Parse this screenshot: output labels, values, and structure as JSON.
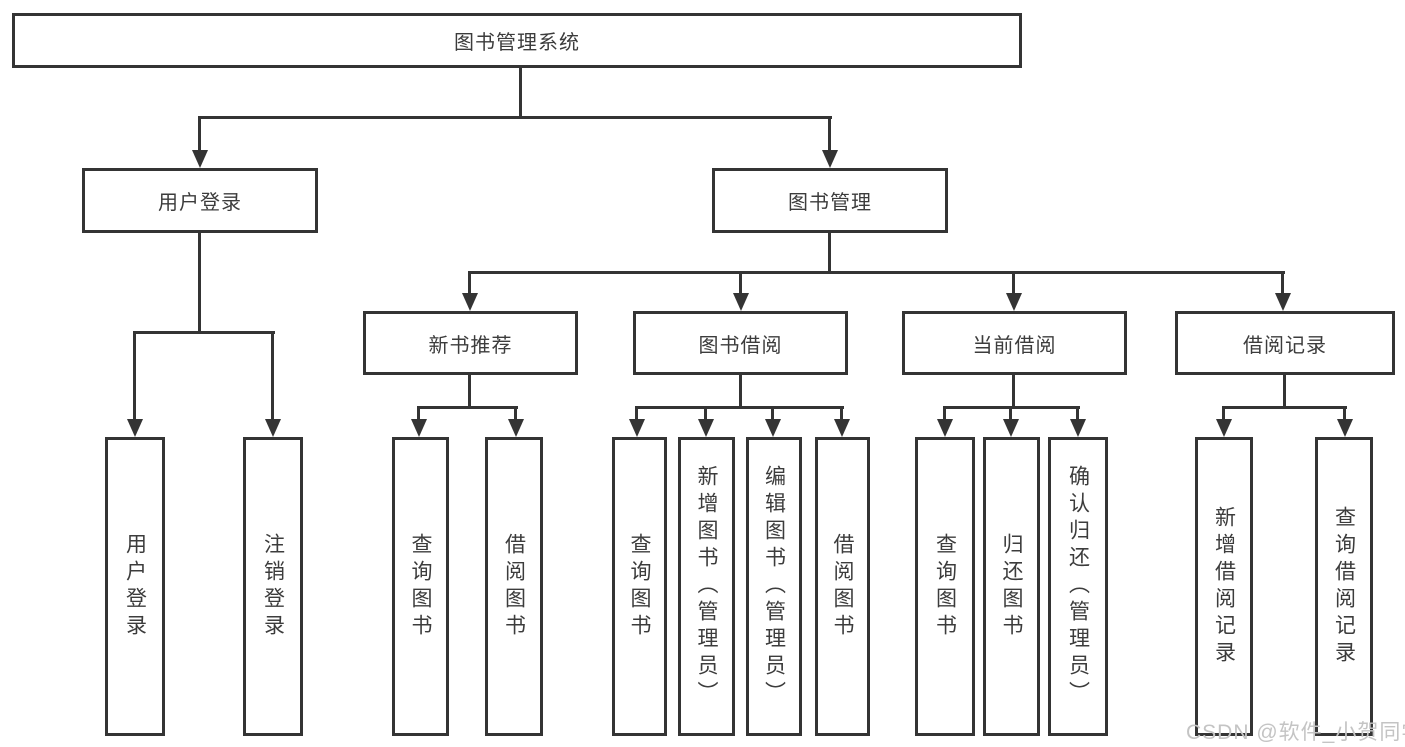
{
  "tree": {
    "label": "图书管理系统",
    "children": [
      {
        "label": "用户登录",
        "children": [
          {
            "label": "用户登录"
          },
          {
            "label": "注销登录"
          }
        ]
      },
      {
        "label": "图书管理",
        "children": [
          {
            "label": "新书推荐",
            "children": [
              {
                "label": "查询图书"
              },
              {
                "label": "借阅图书"
              }
            ]
          },
          {
            "label": "图书借阅",
            "children": [
              {
                "label": "查询图书"
              },
              {
                "label": "新增图书（管理员）"
              },
              {
                "label": "编辑图书（管理员）"
              },
              {
                "label": "借阅图书"
              }
            ]
          },
          {
            "label": "当前借阅",
            "children": [
              {
                "label": "查询图书"
              },
              {
                "label": "归还图书"
              },
              {
                "label": "确认归还（管理员）"
              }
            ]
          },
          {
            "label": "借阅记录",
            "children": [
              {
                "label": "新增借阅记录"
              },
              {
                "label": "查询借阅记录"
              }
            ]
          }
        ]
      }
    ]
  },
  "watermark": {
    "text": "CSDN @软件_小贺同学"
  },
  "colors": {
    "line": "#343434",
    "box_border": "#343434",
    "text": "#3c3c3c",
    "watermark_text": "#c4c4c4",
    "background": "#ffffff"
  }
}
